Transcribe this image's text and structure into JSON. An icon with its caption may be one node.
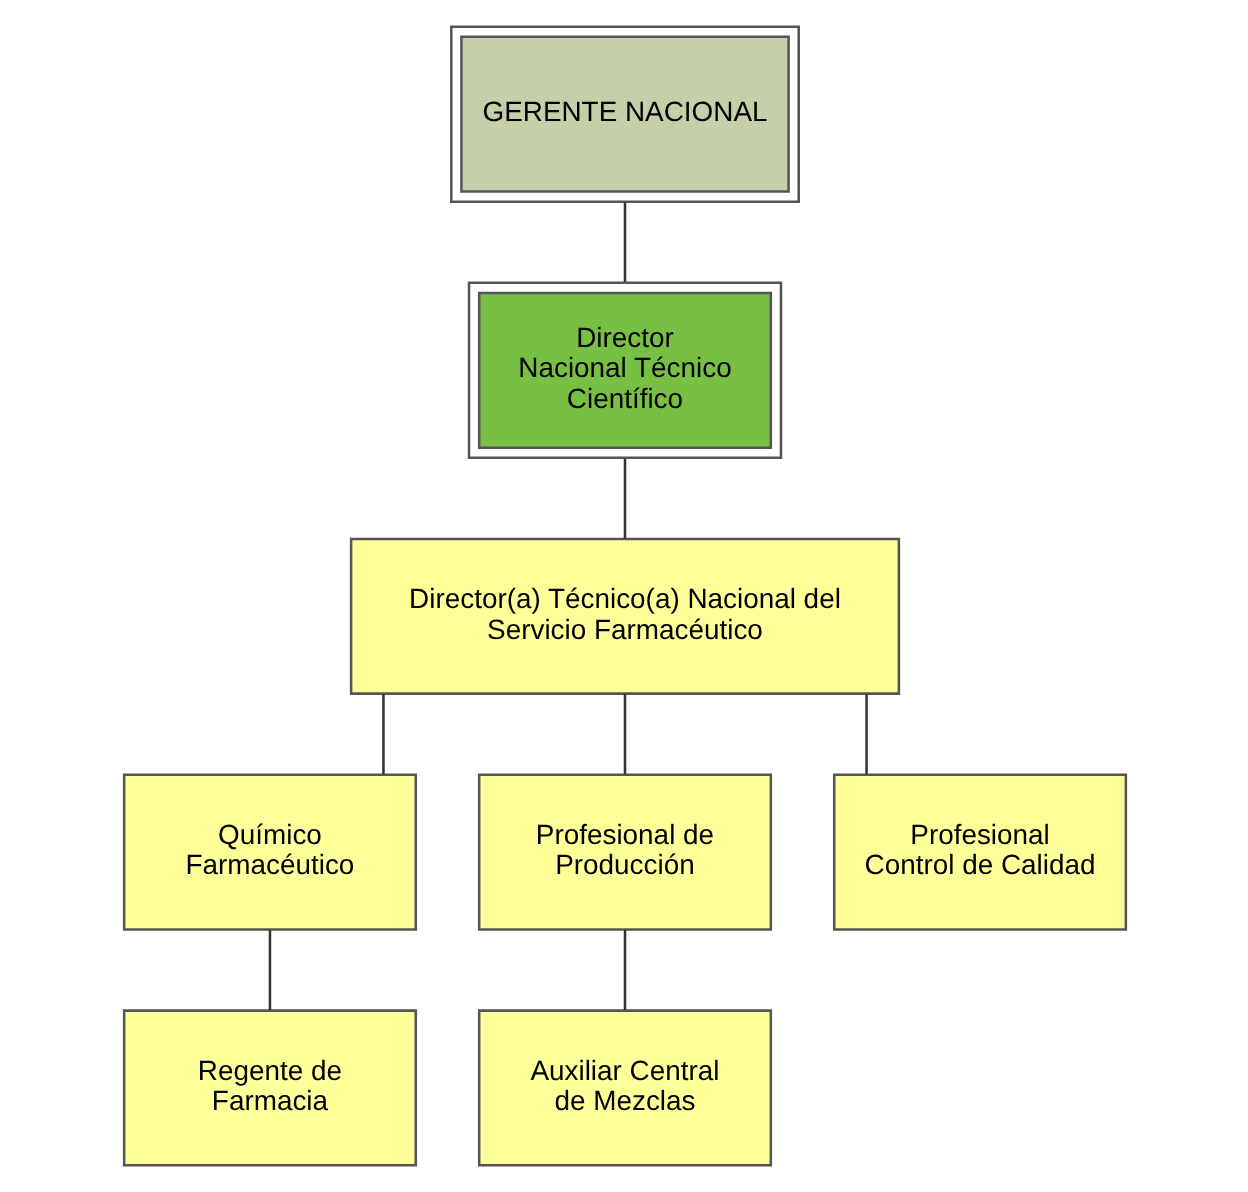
{
  "diagram": {
    "nodes": [
      {
        "text": [
          "GERENTE NACIONAL"
        ]
      },
      {
        "text": [
          "Director Nacional Técnico Científico"
        ]
      },
      {
        "text": [
          "Director(a) Técnico(a) Nacional del Servicio Farmacéutico"
        ]
      },
      {
        "text": [
          "Químico Farmacéutico"
        ]
      },
      {
        "text": [
          "Profesional de Producción"
        ]
      },
      {
        "text": [
          "Profesional Control de Calidad"
        ]
      },
      {
        "text": [
          "Regente de Farmacia"
        ]
      },
      {
        "text": [
          "Auxiliar Central de Mezclas"
        ]
      }
    ],
    "edges": [
      {
        "from": 0,
        "to": 1,
        "arrow": "none"
      },
      {
        "from": 1,
        "to": 2,
        "arrow": "none"
      },
      {
        "from": 2,
        "to": 3,
        "arrow": "none"
      },
      {
        "from": 2,
        "to": 4,
        "arrow": "none"
      },
      {
        "from": 2,
        "to": 5,
        "arrow": "none"
      },
      {
        "from": 3,
        "to": 6,
        "arrow": "none"
      },
      {
        "from": 4,
        "to": 7,
        "arrow": "none"
      }
    ]
  }
}
